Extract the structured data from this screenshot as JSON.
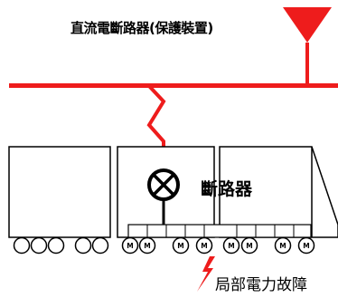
{
  "labels": {
    "title": "直流電斷路器(保護裝置)",
    "breaker": "斷路器",
    "fault": "局部電力故障"
  },
  "motor": {
    "label": "M",
    "count": 8
  },
  "wheels": {
    "plain_count": 5
  },
  "colors": {
    "line": "#ee1c1c",
    "outline": "#000000",
    "background": "#ffffff"
  },
  "icons": {
    "protection": "red-triangle-icon",
    "breaker": "circle-cross-breaker-icon",
    "fault": "lightning-bolt-icon"
  }
}
